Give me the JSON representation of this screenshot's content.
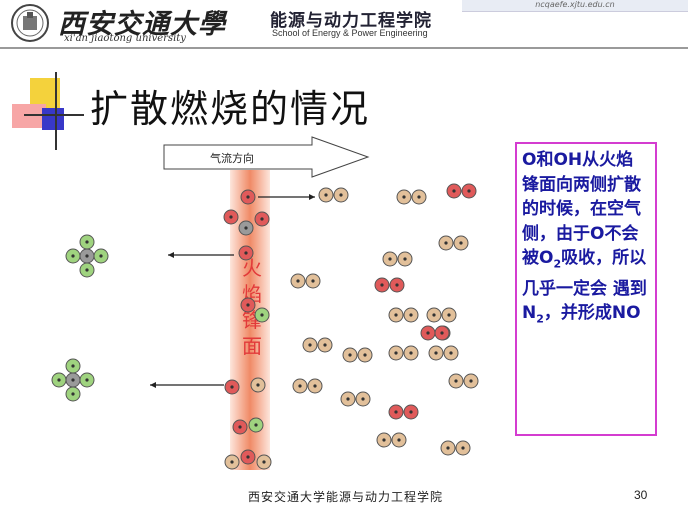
{
  "header": {
    "school_cn": "西安交通大學",
    "school_en": "xi'an jiaotong university",
    "dept_cn": "能源与动力工程学院",
    "dept_en": "School of Energy & Power Engineering",
    "url_fragment": "ncqaefe.xjtu.edu.cn"
  },
  "slide": {
    "title": "扩散燃烧的情况",
    "flow_label": "气流方向",
    "flame_label": "火焰锋面",
    "text_parts": [
      "O和OH从火焰锋面向两侧扩散的时候，在空气侧，由于O不会被O",
      "2",
      "吸收，所以几乎一定会 遇到N",
      "2",
      "，并形成NO"
    ]
  },
  "footer": {
    "text": "西安交通大学能源与动力工程学院",
    "page": "30"
  },
  "colors": {
    "oxygen": "#e05a5a",
    "nitrogen": "#e2c09a",
    "carbon": "#9a9a9a",
    "hydrogen": "#9fd37f",
    "flame": "#f0a080",
    "textbox_border": "#d43cd0",
    "text": "#1a1aa0"
  },
  "icons": [
    "school-logo-icon",
    "flow-arrow-icon"
  ]
}
